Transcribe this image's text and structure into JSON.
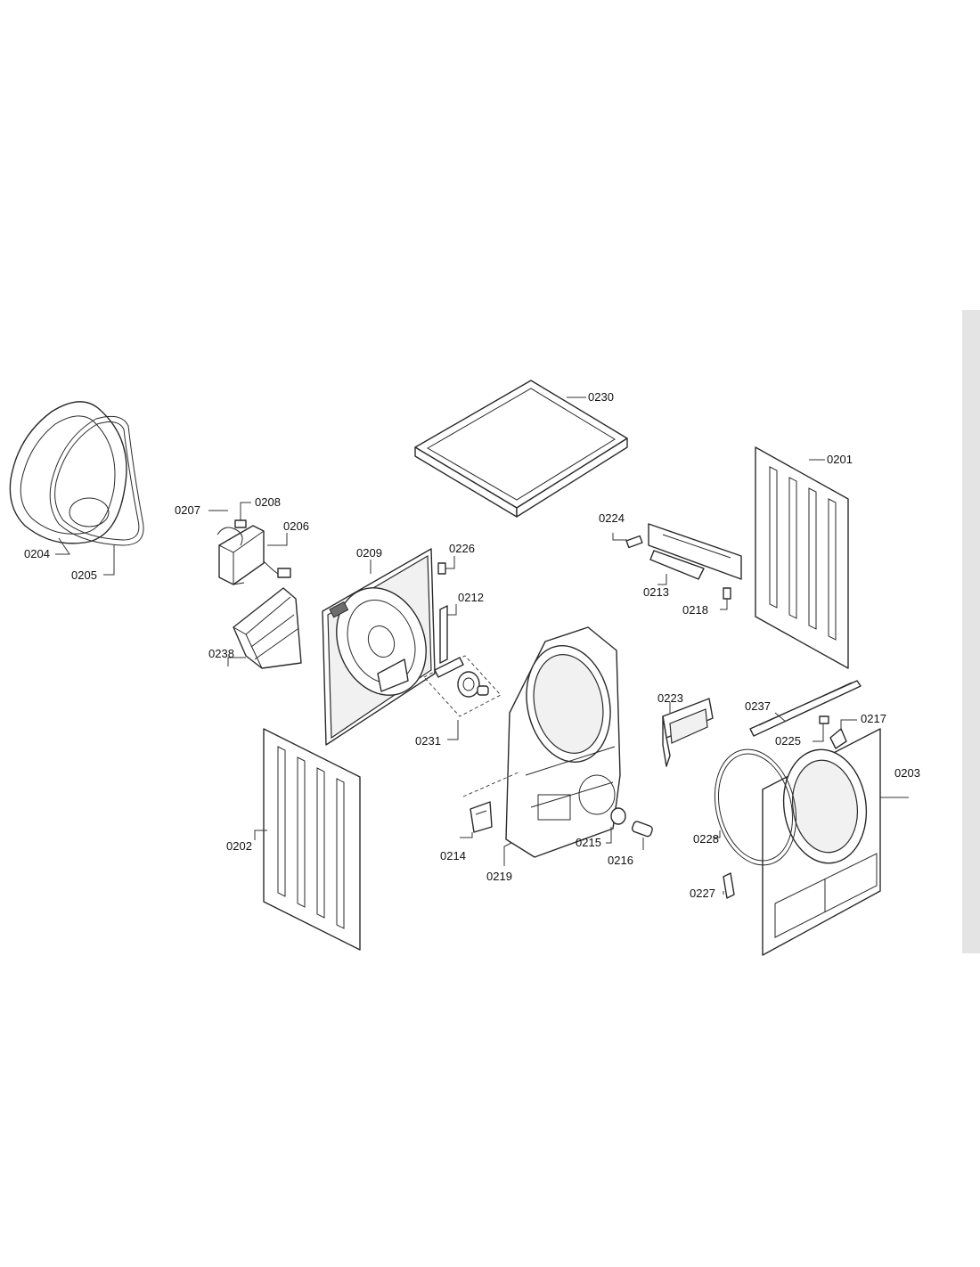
{
  "colors": {
    "line": "#2a2a2a",
    "background": "#ffffff",
    "side_tab": "#e4e4e4"
  },
  "callouts": {
    "p0201": "0201",
    "p0202": "0202",
    "p0203": "0203",
    "p0204": "0204",
    "p0205": "0205",
    "p0206": "0206",
    "p0207": "0207",
    "p0208": "0208",
    "p0209": "0209",
    "p0212": "0212",
    "p0213": "0213",
    "p0214": "0214",
    "p0215": "0215",
    "p0216": "0216",
    "p0217": "0217",
    "p0218": "0218",
    "p0219": "0219",
    "p0223": "0223",
    "p0224": "0224",
    "p0225": "0225",
    "p0226": "0226",
    "p0227": "0227",
    "p0228": "0228",
    "p0230": "0230",
    "p0231": "0231",
    "p0237": "0237",
    "p0238": "0238"
  }
}
